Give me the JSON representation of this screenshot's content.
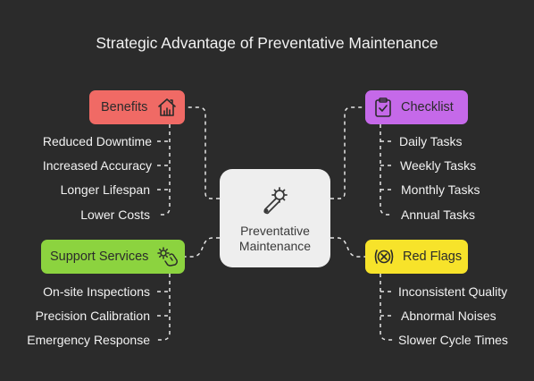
{
  "title": "Strategic Advantage of Preventative Maintenance",
  "center": {
    "label_line1": "Preventative",
    "label_line2": "Maintenance",
    "icon": "wrench-gear-icon"
  },
  "branches": {
    "benefits": {
      "label": "Benefits",
      "icon": "house-chart-icon",
      "color": "#f06a65",
      "items": [
        "Reduced Downtime",
        "Increased Accuracy",
        "Longer Lifespan",
        "Lower Costs"
      ]
    },
    "checklist": {
      "label": "Checklist",
      "icon": "clipboard-check-icon",
      "color": "#c569e9",
      "items": [
        "Daily Tasks",
        "Weekly Tasks",
        "Monthly Tasks",
        "Annual Tasks"
      ]
    },
    "support": {
      "label": "Support Services",
      "icon": "hand-gear-icon",
      "color": "#8cd33f",
      "items": [
        "On-site Inspections",
        "Precision Calibration",
        "Emergency Response"
      ]
    },
    "redflags": {
      "label": "Red Flags",
      "icon": "alert-bug-icon",
      "color": "#f7e32a",
      "items": [
        "Inconsistent Quality",
        "Abnormal Noises",
        "Slower Cycle Times"
      ]
    }
  }
}
